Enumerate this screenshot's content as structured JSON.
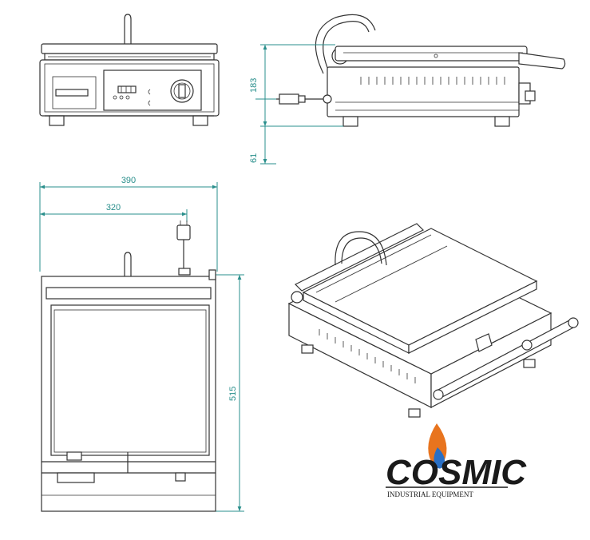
{
  "dimensions": {
    "height_top": "183",
    "foot_height": "61",
    "width_total": "390",
    "width_inner": "320",
    "depth": "515"
  },
  "logo": {
    "brand": "COSMIC",
    "tagline": "INDUSTRIAL EQUIPMENT"
  },
  "colors": {
    "line": "#333333",
    "dimension": "#2a8f8c",
    "logo_dark": "#1a1a1a",
    "flame_orange": "#e8741e",
    "flame_blue": "#2a6fc4"
  }
}
